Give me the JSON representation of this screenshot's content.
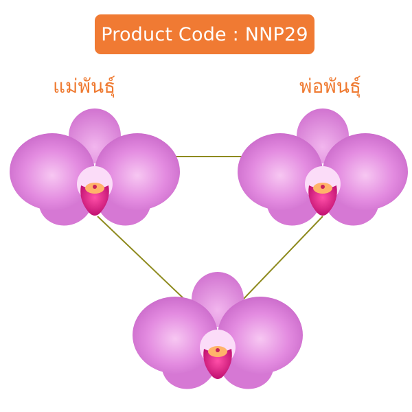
{
  "badge": {
    "text": "Product Code : NNP29",
    "color": "#f07a33"
  },
  "labels": {
    "mother": "แม่พันธุ์",
    "father": "พ่อพันธุ์",
    "color": "#ef7a31"
  },
  "line_color": "#8e8a1e",
  "flowers": [
    {
      "name": "mother-orchid",
      "petal": "#e281dc"
    },
    {
      "name": "father-orchid",
      "petal": "#e281dc"
    },
    {
      "name": "offspring-orchid",
      "petal": "#e281dc"
    }
  ]
}
